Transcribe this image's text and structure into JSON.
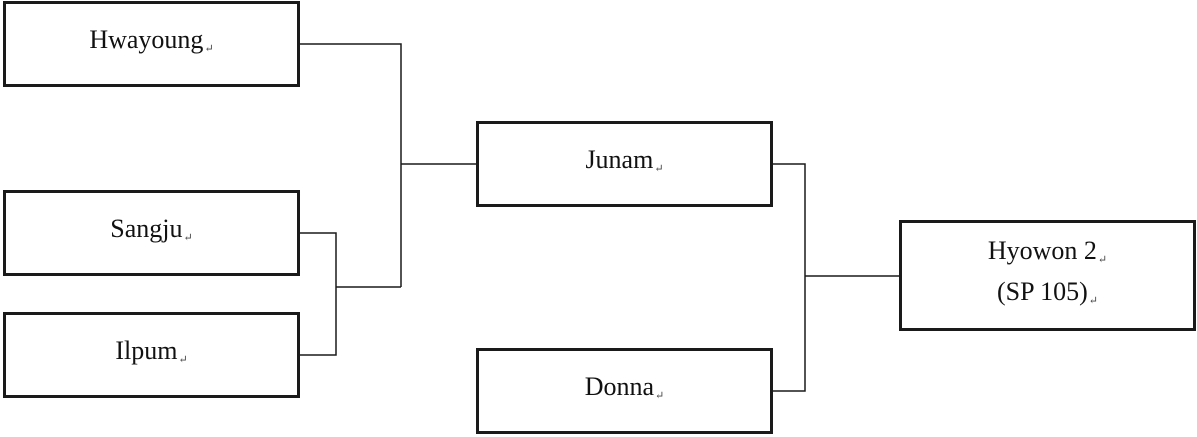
{
  "nodes": {
    "hwayoung": {
      "label": "Hwayoung"
    },
    "sangju": {
      "label": "Sangju"
    },
    "ilpum": {
      "label": "Ilpum"
    },
    "junam": {
      "label": "Junam"
    },
    "donna": {
      "label": "Donna"
    },
    "hyowon": {
      "line1": "Hyowon 2",
      "line2": "(SP 105)"
    }
  },
  "return_mark": "↵",
  "edges": [
    {
      "from": "sangju",
      "to": "sangju-ilpum"
    },
    {
      "from": "ilpum",
      "to": "sangju-ilpum"
    },
    {
      "from": "hwayoung",
      "to": "junam"
    },
    {
      "from": "sangju-ilpum",
      "to": "junam"
    },
    {
      "from": "junam",
      "to": "hyowon"
    },
    {
      "from": "donna",
      "to": "hyowon"
    }
  ]
}
